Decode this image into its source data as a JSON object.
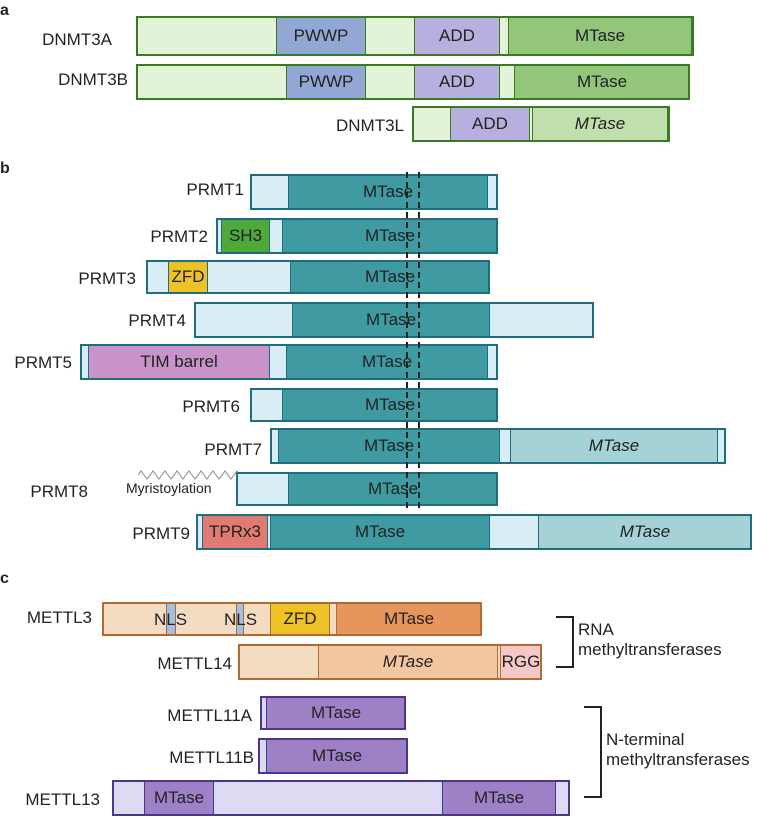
{
  "panels": {
    "a": "a",
    "b": "b",
    "c": "c"
  },
  "dnmt": [
    {
      "name": "DNMT3A",
      "domains": [
        "PWWP",
        "ADD",
        "MTase"
      ]
    },
    {
      "name": "DNMT3B",
      "domains": [
        "PWWP",
        "ADD",
        "MTase"
      ]
    },
    {
      "name": "DNMT3L",
      "domains": [
        "ADD",
        "MTase"
      ]
    }
  ],
  "prmt": [
    {
      "name": "PRMT1",
      "domains": [
        "MTase"
      ]
    },
    {
      "name": "PRMT2",
      "domains": [
        "SH3",
        "MTase"
      ]
    },
    {
      "name": "PRMT3",
      "domains": [
        "ZFD",
        "MTase"
      ]
    },
    {
      "name": "PRMT4",
      "domains": [
        "MTase"
      ]
    },
    {
      "name": "PRMT5",
      "domains": [
        "TIM barrel",
        "MTase"
      ]
    },
    {
      "name": "PRMT6",
      "domains": [
        "MTase"
      ]
    },
    {
      "name": "PRMT7",
      "domains": [
        "MTase",
        "MTase"
      ]
    },
    {
      "name": "PRMT8",
      "domains": [
        "Myristoylation",
        "MTase"
      ]
    },
    {
      "name": "PRMT9",
      "domains": [
        "TPRx3",
        "MTase",
        "MTase"
      ]
    }
  ],
  "mettl": [
    {
      "name": "METTL3",
      "domains": [
        "NLS",
        "NLS",
        "ZFD",
        "MTase"
      ]
    },
    {
      "name": "METTL14",
      "domains": [
        "MTase",
        "RGG"
      ]
    },
    {
      "name": "METTL11A",
      "domains": [
        "MTase"
      ]
    },
    {
      "name": "METTL11B",
      "domains": [
        "MTase"
      ]
    },
    {
      "name": "METTL13",
      "domains": [
        "MTase",
        "MTase"
      ]
    }
  ],
  "groups": {
    "rna": "RNA\nmethyltransferases",
    "nterm": "N-terminal\nmethyltransferases"
  },
  "colors": {
    "dnmt_base": "#e2f3d8",
    "dnmt_border": "#3a7a24",
    "pwwp": "#93a7d4",
    "add": "#b7b0de",
    "dnmt_mtase": "#93c57a",
    "dnmt3l_mtase": "#bfe0ac",
    "prmt_base": "#d9edf4",
    "prmt_border": "#1f6e80",
    "prmt_mtase": "#3f9aa2",
    "prmt_mtase2": "#a4d2d6",
    "sh3": "#4ea83a",
    "zfd": "#eec226",
    "tim": "#c793c8",
    "tpr": "#e07a72",
    "mettl3_base": "#f3dcc2",
    "mettl3_border": "#b36a2e",
    "mettl3_mtase": "#e6955c",
    "mettl14_mtase": "#f3c6a2",
    "rgg": "#f6c7c7",
    "nls": "#9fc1e6",
    "mettl11_base": "#dcd9f2",
    "mettl11_border": "#4b3787",
    "mettl11_mtase": "#9e80c7"
  }
}
